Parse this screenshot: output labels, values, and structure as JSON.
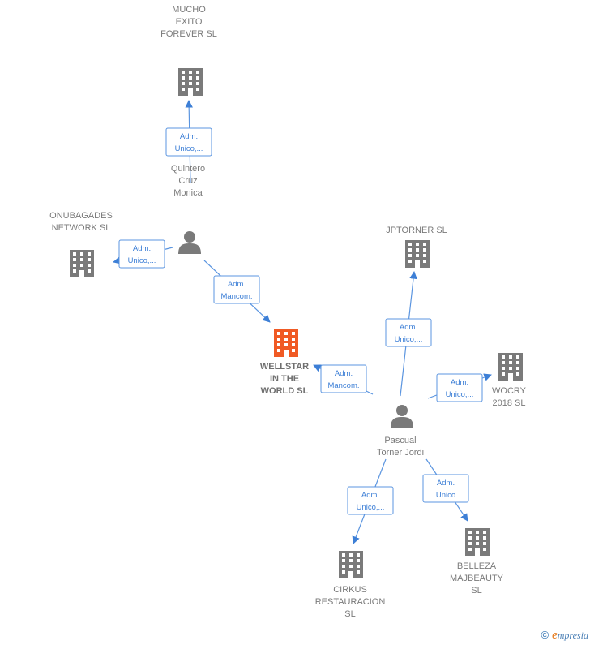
{
  "colors": {
    "company": "#7a7a7a",
    "focus_company": "#f05a24",
    "person": "#7a7a7a",
    "edge": "#5b95e0",
    "edge_text": "#3d7fd6"
  },
  "nodes": [
    {
      "id": "mucho",
      "type": "company",
      "lines": [
        "MUCHO",
        "EXITO",
        "FOREVER  SL"
      ]
    },
    {
      "id": "onubagades",
      "type": "company",
      "lines": [
        "ONUBAGADES",
        "NETWORK SL"
      ]
    },
    {
      "id": "quintero",
      "type": "person",
      "lines": [
        "Quintero",
        "Cruz",
        "Monica"
      ]
    },
    {
      "id": "jptorner",
      "type": "company",
      "lines": [
        "JPTORNER  SL"
      ]
    },
    {
      "id": "wellstar",
      "type": "company",
      "focus": true,
      "lines": [
        "WELLSTAR",
        "IN THE",
        "WORLD  SL"
      ]
    },
    {
      "id": "wocry",
      "type": "company",
      "lines": [
        "WOCRY",
        "2018  SL"
      ]
    },
    {
      "id": "pascual",
      "type": "person",
      "lines": [
        "Pascual",
        "Torner Jordi"
      ]
    },
    {
      "id": "cirkus",
      "type": "company",
      "lines": [
        "CIRKUS",
        "RESTAURACION",
        "SL"
      ]
    },
    {
      "id": "belleza",
      "type": "company",
      "lines": [
        "BELLEZA",
        "MAJBEAUTY",
        "SL"
      ]
    }
  ],
  "edges": [
    {
      "from": "quintero",
      "to": "mucho",
      "label": [
        "Adm.",
        "Unico,..."
      ]
    },
    {
      "from": "quintero",
      "to": "onubagades",
      "label": [
        "Adm.",
        "Unico,..."
      ]
    },
    {
      "from": "quintero",
      "to": "wellstar",
      "label": [
        "Adm.",
        "Mancom."
      ]
    },
    {
      "from": "pascual",
      "to": "jptorner",
      "label": [
        "Adm.",
        "Unico,..."
      ]
    },
    {
      "from": "pascual",
      "to": "wellstar",
      "label": [
        "Adm.",
        "Mancom."
      ]
    },
    {
      "from": "pascual",
      "to": "wocry",
      "label": [
        "Adm.",
        "Unico,..."
      ]
    },
    {
      "from": "pascual",
      "to": "cirkus",
      "label": [
        "Adm.",
        "Unico,..."
      ]
    },
    {
      "from": "pascual",
      "to": "belleza",
      "label": [
        "Adm.",
        "Unico"
      ]
    }
  ],
  "footer": {
    "copyright": "©",
    "brand_initial": "e",
    "brand_rest": "mpresia"
  }
}
